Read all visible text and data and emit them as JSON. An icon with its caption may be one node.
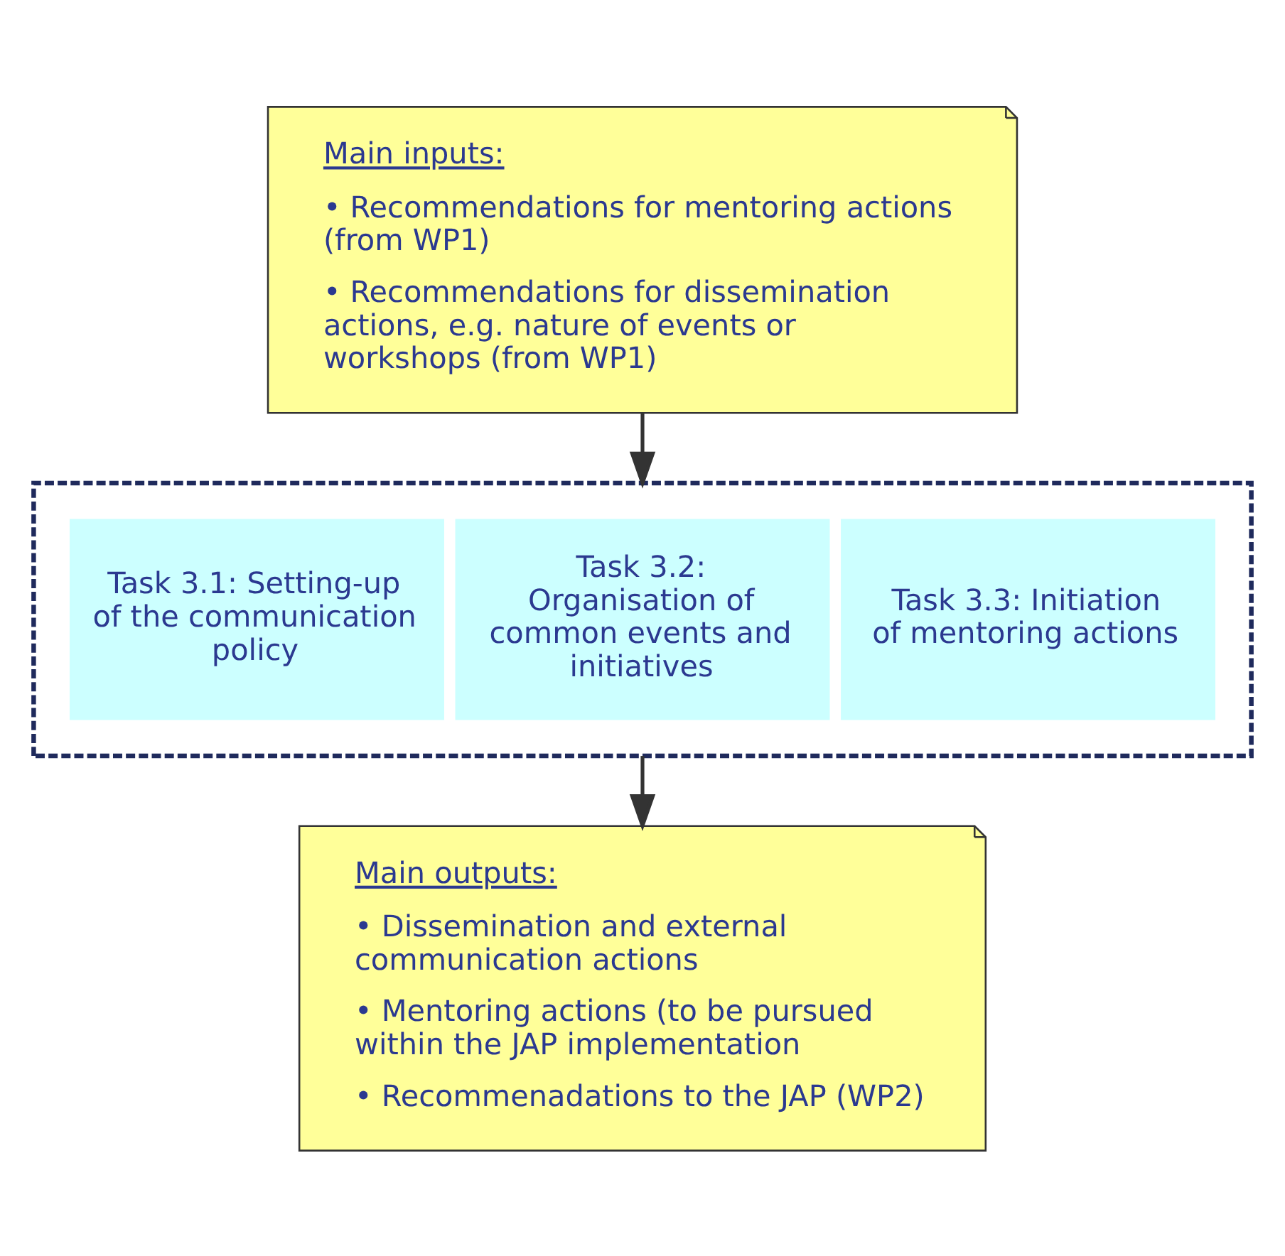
{
  "diagram": {
    "nodes": [
      {
        "text": [
          "Main inputs:",
          "• Recommendations for mentoring actions (from WP1)",
          "• Recommendations for dissemination actions, e.g. nature of events or workshops (from WP1)"
        ]
      },
      {
        "text": [],
        "shape": "box"
      },
      {
        "text": [
          "Task 3.1: Setting-up of the communication policy"
        ],
        "in": 1
      },
      {
        "text": [
          "Task 3.2: Organisation of common events and initiatives"
        ],
        "in": 1
      },
      {
        "text": [
          "Task 3.3: Initiation of mentoring actions"
        ],
        "in": 1
      },
      {
        "text": [
          "Main outputs:",
          "• Dissemination and external communication actions",
          "• Mentoring actions (to be pursued within the JAP implementation",
          "• Recommenadations to the JAP (WP2)"
        ]
      }
    ],
    "edges": [
      {
        "from": 0,
        "to": 1,
        "arrow": "to"
      },
      {
        "from": 1,
        "to": 5,
        "arrow": "to"
      }
    ]
  }
}
